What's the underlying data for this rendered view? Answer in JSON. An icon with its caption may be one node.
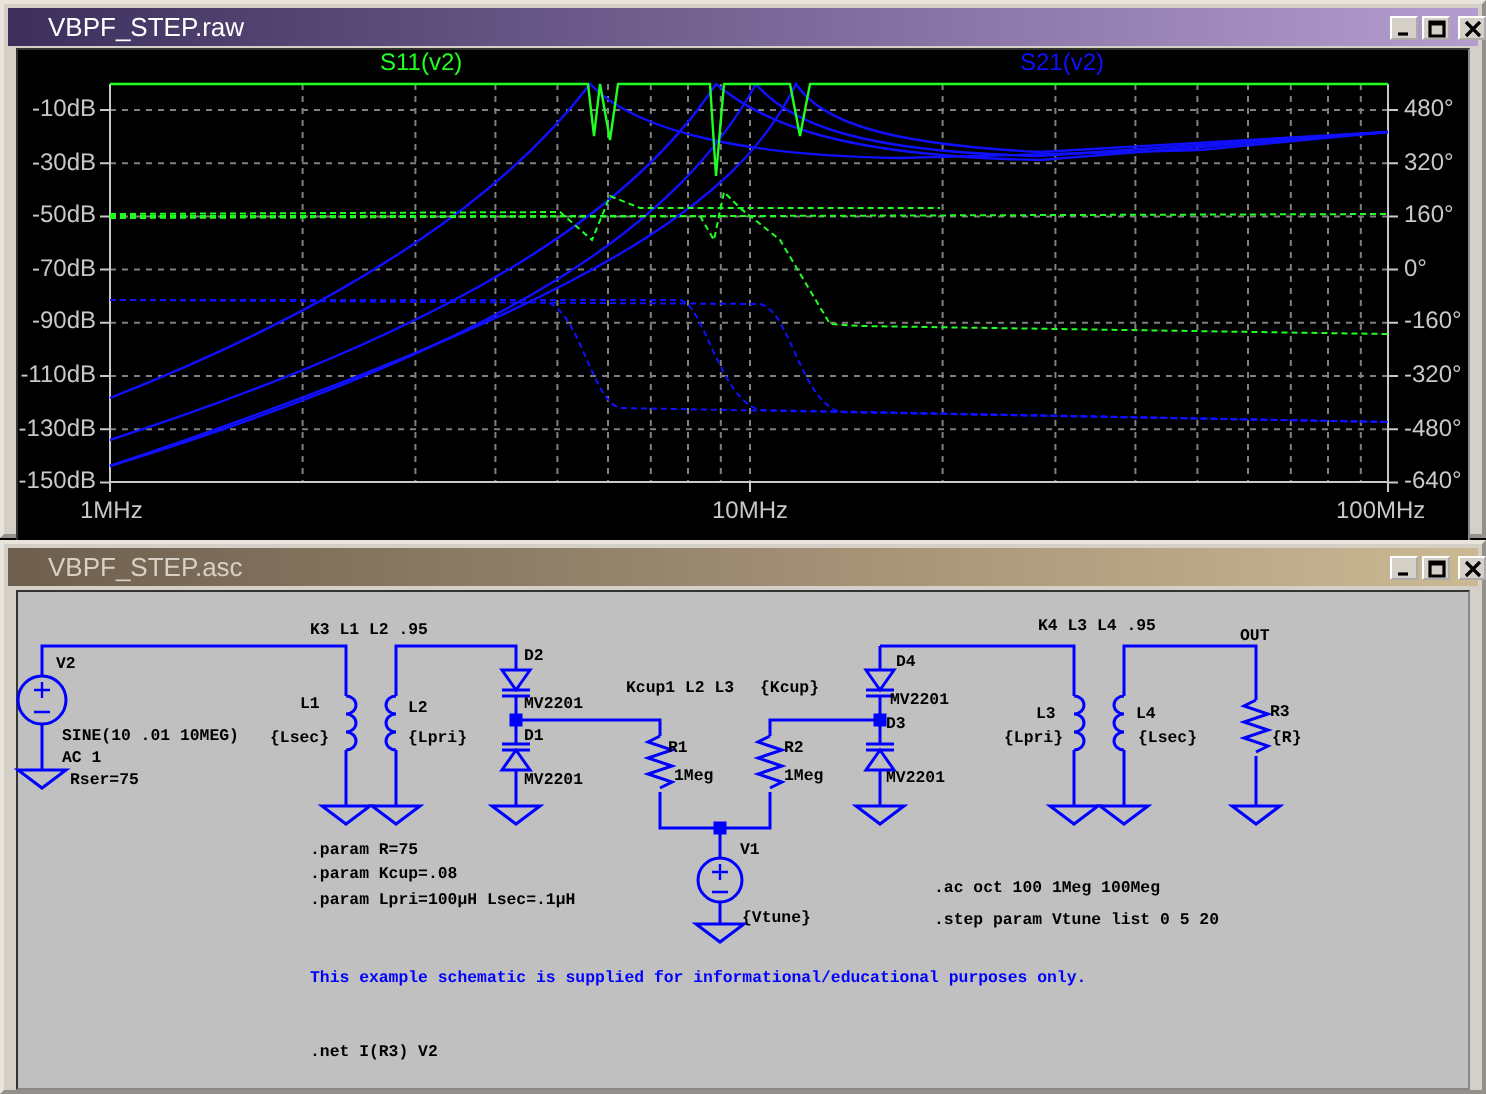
{
  "diagram": {
    "nodes": [
      {
        "text": [
          "VBPF_STEP.raw"
        ]
      },
      {
        "text": [
          "VBPF_STEP.asc"
        ]
      }
    ],
    "labels": [
      "S11(v2)",
      "S21(v2)",
      "-10dB",
      "480°",
      "-30dB",
      "320°",
      "-50dB",
      "160°",
      "-70dB",
      "0°",
      "-90dB",
      "-160°",
      "-110dB",
      "-320°",
      "-130dB",
      "-480°",
      "-150dB",
      "-640°",
      "1MHz",
      "10MHz",
      "100MHz",
      "K3 L1 L2 .95",
      "V2",
      "SINE(10 .01 10MEG)",
      "AC 1",
      "Rser=75",
      "L1",
      "{Lsec}",
      "L2",
      "{Lpri}",
      "D2",
      "MV2201",
      "D1",
      "MV2201",
      "Kcup1 L2 L3",
      "{Kcup}",
      "R1",
      "1Meg",
      "R2",
      "1Meg",
      "D4",
      "MV2201",
      "D3",
      "MV2201",
      "K4 L3 L4 .95",
      "OUT",
      "L3",
      "{Lpri}",
      "L4",
      "{Lsec}",
      "R3",
      "{R}",
      ".param R=75",
      ".param Kcup=.08",
      ".param Lpri=100µH Lsec=.1µH",
      "V1",
      "{Vtune}",
      ".ac oct 100 1Meg 100Meg",
      ".step param Vtune list 0 5 20",
      "This example schematic is supplied for informational/educational purposes only.",
      ".net I(R3) V2"
    ]
  }
}
